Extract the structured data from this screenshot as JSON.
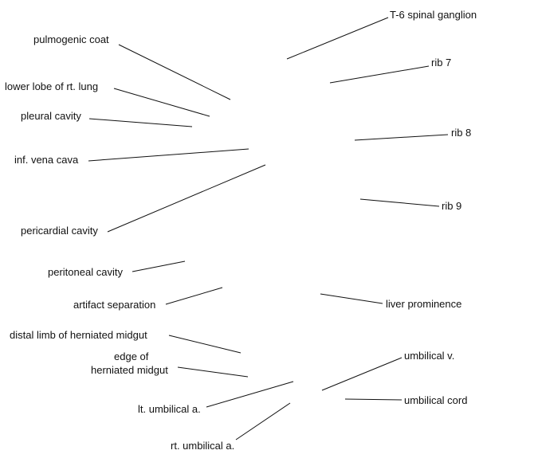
{
  "labels": [
    {
      "id": "t6",
      "text": "T-6 spinal ganglion"
    },
    {
      "id": "pulmo",
      "text": "pulmogenic coat"
    },
    {
      "id": "rib7",
      "text": "rib 7"
    },
    {
      "id": "lowerlobe",
      "text": "lower lobe of rt. lung"
    },
    {
      "id": "pleural",
      "text": "pleural cavity"
    },
    {
      "id": "rib8",
      "text": "rib 8"
    },
    {
      "id": "vena",
      "text": "inf. vena cava"
    },
    {
      "id": "rib9",
      "text": "rib 9"
    },
    {
      "id": "pericardial",
      "text": "pericardial cavity"
    },
    {
      "id": "peritoneal",
      "text": "peritoneal cavity"
    },
    {
      "id": "artifact",
      "text": "artifact separation"
    },
    {
      "id": "liver",
      "text": "liver prominence"
    },
    {
      "id": "distal",
      "text": "distal limb of herniated midgut"
    },
    {
      "id": "edge1",
      "text": "edge of"
    },
    {
      "id": "edge2",
      "text": "herniated midgut"
    },
    {
      "id": "umbv",
      "text": "umbilical v."
    },
    {
      "id": "umbcord",
      "text": "umbilical cord"
    },
    {
      "id": "ltumb",
      "text": "lt. umbilical a."
    },
    {
      "id": "rtumb",
      "text": "rt. umbilical a."
    }
  ]
}
